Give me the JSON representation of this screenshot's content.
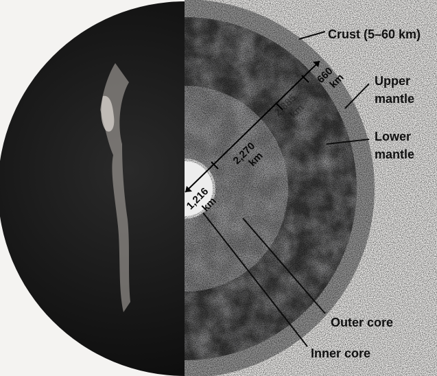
{
  "labels": {
    "crust": "Crust (5–60 km)",
    "upper_mantle_line1": "Upper",
    "upper_mantle_line2": "mantle",
    "lower_mantle_line1": "Lower",
    "lower_mantle_line2": "mantle",
    "outer_core": "Outer core",
    "inner_core": "Inner core"
  },
  "dimensions": {
    "inner_core_value": "1,216",
    "inner_core_unit": "km",
    "outer_core_value": "2,270",
    "outer_core_unit": "km",
    "lower_mantle_value": "2,885",
    "lower_mantle_unit": "km",
    "upper_mantle_value": "660",
    "upper_mantle_unit": "km"
  },
  "colors": {
    "background": "#f4f3f1",
    "crust": "#9a9a9a",
    "mantle": "#3c3c3c",
    "outer_core": "#7f7f80",
    "inner_core": "#ebebeb",
    "dark_half": "#121212"
  }
}
